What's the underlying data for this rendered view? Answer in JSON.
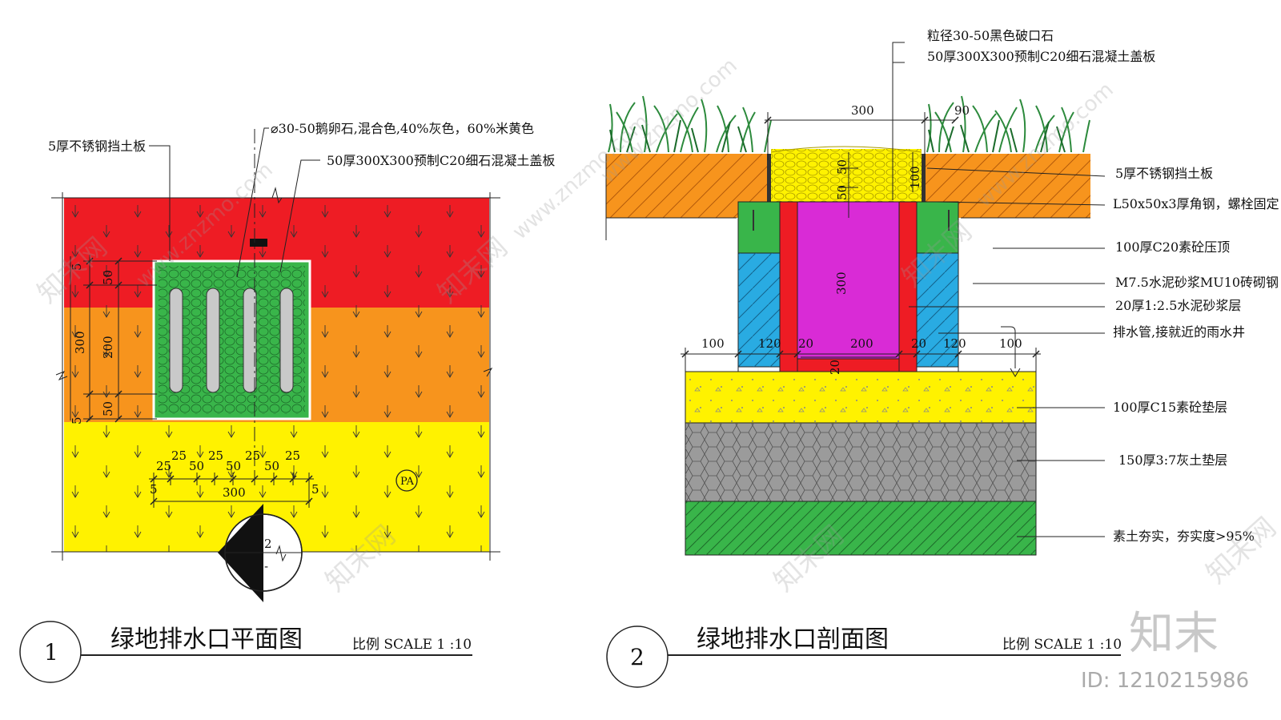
{
  "plan": {
    "labels": {
      "plate": "5厚不锈钢挡土板",
      "pebble": "⌀30-50鹅卵石,混合色,40%灰色，60%米黄色",
      "cover": "50厚300X300预制C20细石混凝土盖板"
    },
    "dims": {
      "v5a": "5",
      "v50a": "50",
      "v200": "200",
      "v50b": "50",
      "v5b": "5",
      "v300": "300",
      "h25a": "25",
      "h25b": "25",
      "h25c": "25",
      "h25d": "25",
      "h25e": "25",
      "h50a": "50",
      "h50b": "50",
      "h50c": "50",
      "h5a": "5",
      "h5b": "5",
      "h300": "300"
    },
    "pa_tag": "PA",
    "section_mark": "2",
    "section_sheet": "-",
    "number": "1",
    "title": "绿地排水口平面图",
    "scale": "比例 SCALE 1 :10"
  },
  "section": {
    "labels": {
      "gravel": "粒径30-50黑色破口石",
      "cover": "50厚300X300预制C20细石混凝土盖板",
      "plate": "5厚不锈钢挡土板",
      "angle": "L50x50x3厚角钢，螺栓固定",
      "cap": "100厚C20素砼压顶",
      "brick": "M7.5水泥砂浆MU10砖砌钢",
      "mortar": "20厚1:2.5水泥砂浆层",
      "pipe": "排水管,接就近的雨水井",
      "concrete": "100厚C15素砼垫层",
      "lime": "150厚3:7灰土垫层",
      "soil": "素土夯实，夯实度>95%"
    },
    "dims": {
      "top300": "300",
      "top90": "90",
      "d50a": "50",
      "d50b": "50",
      "d100": "100",
      "d300": "300",
      "b100a": "100",
      "b120a": "120",
      "b20a": "20",
      "b200": "200",
      "b20b": "20",
      "b120b": "120",
      "b100b": "100",
      "b20c": "20"
    },
    "number": "2",
    "title": "绿地排水口剖面图",
    "scale": "比例 SCALE 1 :10"
  },
  "watermark": {
    "site": "www.znzmo.com",
    "brand": "知末网",
    "logo": "知末",
    "id": "ID: 1210215986"
  },
  "colors": {
    "red": "#ee1c24",
    "orange": "#f7941d",
    "yellow": "#fff200",
    "green": "#39b54a",
    "blue": "#29abe2",
    "magenta": "#d92bd6",
    "gray": "#9b9b9b",
    "grass": "#2c8a3c"
  }
}
